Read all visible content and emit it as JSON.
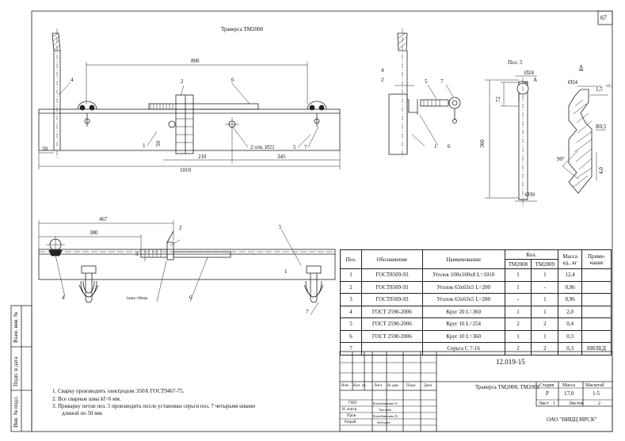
{
  "sheet_number": "67",
  "views": {
    "title_top": "Траверса ТМ2008",
    "dim_800": "800",
    "dim_1010": "1010",
    "dim_210": "210",
    "dim_345": "345",
    "dim_50a": "50",
    "dim_50b": "50",
    "holes_label": "2 отв. Ø21",
    "dim_467": "467",
    "dim_380": "380",
    "weld_label": "lшва=60мм",
    "pos5_label": "Поз. 5",
    "dim_phi24a": "Ø24",
    "dim_phi24b": "Ø24",
    "dim_72": "72",
    "dim_360": "360",
    "dim_phi30": "Ø30",
    "view_a_top": "А",
    "view_a_right": "А",
    "dim_15": "1,5",
    "dim_15_tol": "+0,1",
    "dim_r05": "R0,5",
    "dim_40": "4,0",
    "dim_90": "90°",
    "callouts": {
      "c1": "1",
      "c2": "2",
      "c4": "4",
      "c5": "5",
      "c6": "6",
      "c7": "7",
      "s1": "1",
      "s2": "2",
      "s4": "4",
      "s5": "5",
      "s6": "6",
      "s7": "7",
      "b2": "2",
      "b4": "4",
      "b5": "5",
      "b6": "6",
      "b7": "7",
      "b3": "3",
      "b1": "1"
    }
  },
  "spec_table": {
    "headers": {
      "pos": "Поз.",
      "designation": "Обозначение",
      "name": "Наименование",
      "qty": "Кол.",
      "qty_a": "ТМ2008",
      "qty_b": "ТМ2009",
      "mass": "Масса ед., кг",
      "note": "Приме- чание"
    },
    "rows": [
      {
        "pos": "1",
        "designation": "ГОСТ8509-93",
        "name": "Уголок 100х100х8 L=1010",
        "qa": "1",
        "qb": "1",
        "mass": "12,4",
        "note": ""
      },
      {
        "pos": "2",
        "designation": "ГОСТ8509-93",
        "name": "Уголок 63х63х5 L=200",
        "qa": "1",
        "qb": "-",
        "mass": "0,96",
        "note": ""
      },
      {
        "pos": "3",
        "designation": "ГОСТ8509-93",
        "name": "Уголок 63х63х5 L=200",
        "qa": "-",
        "qb": "1",
        "mass": "0,96",
        "note": ""
      },
      {
        "pos": "4",
        "designation": "ГОСТ 2590-2006",
        "name": "Круг 20 L=360",
        "qa": "1",
        "qb": "1",
        "mass": "2,0",
        "note": ""
      },
      {
        "pos": "5",
        "designation": "ГОСТ 2590-2006",
        "name": "Круг 16 L=254",
        "qa": "2",
        "qb": "2",
        "mass": "0,4",
        "note": ""
      },
      {
        "pos": "6",
        "designation": "ГОСТ 2590-2006",
        "name": "Круг 10 L=360",
        "qa": "1",
        "qb": "1",
        "mass": "0,3",
        "note": ""
      },
      {
        "pos": "7",
        "designation": "",
        "name": "Серьга С 7-16",
        "qa": "2",
        "qb": "2",
        "mass": "0,3",
        "note": "НИЛЕД"
      }
    ]
  },
  "title_block": {
    "doc_code": "12.019-15",
    "product": "Траверса ТМ2008, ТМ2009",
    "stage_h": "Стадия",
    "mass_h": "Масса",
    "scale_h": "Масштаб",
    "stage": "Р",
    "mass": "17,0",
    "scale": "1:5",
    "sheet_h": "Лист",
    "sheet": "1",
    "sheets_h": "Листов",
    "sheets": "2",
    "org": "ОАО \"НИЦЦ МРСК\"",
    "col_izm": "Изм.",
    "col_kol": "Кол. уч.",
    "col_list": "Лист",
    "col_ndok": "№ док.",
    "col_podp": "Подп.",
    "col_data": "Дата",
    "r_gip": "ГИП",
    "r_gip_n": "Калибашкина А.",
    "r_nk": "Н. контр.",
    "r_nk_n": "Хохлова",
    "r_pr": "Пров.",
    "r_pr_n": "Калибашкина Д.",
    "r_raz": "Разраб.",
    "r_raz_n": "Зыбалов"
  },
  "side_labels": {
    "inv_orig": "Инв. № подл.",
    "sign_date": "Подп. и дата",
    "inv_dup": "Взам. инв. №"
  },
  "notes": [
    "1. Сварку производить электродом Э50А ГОСТ9467-75.",
    "2. Все сварные швы kf=6 мм.",
    "3. Приварку петли  поз. 5 производить после установки серьги поз. 7 четырьмя швами",
    "длиной по 50 мм."
  ]
}
